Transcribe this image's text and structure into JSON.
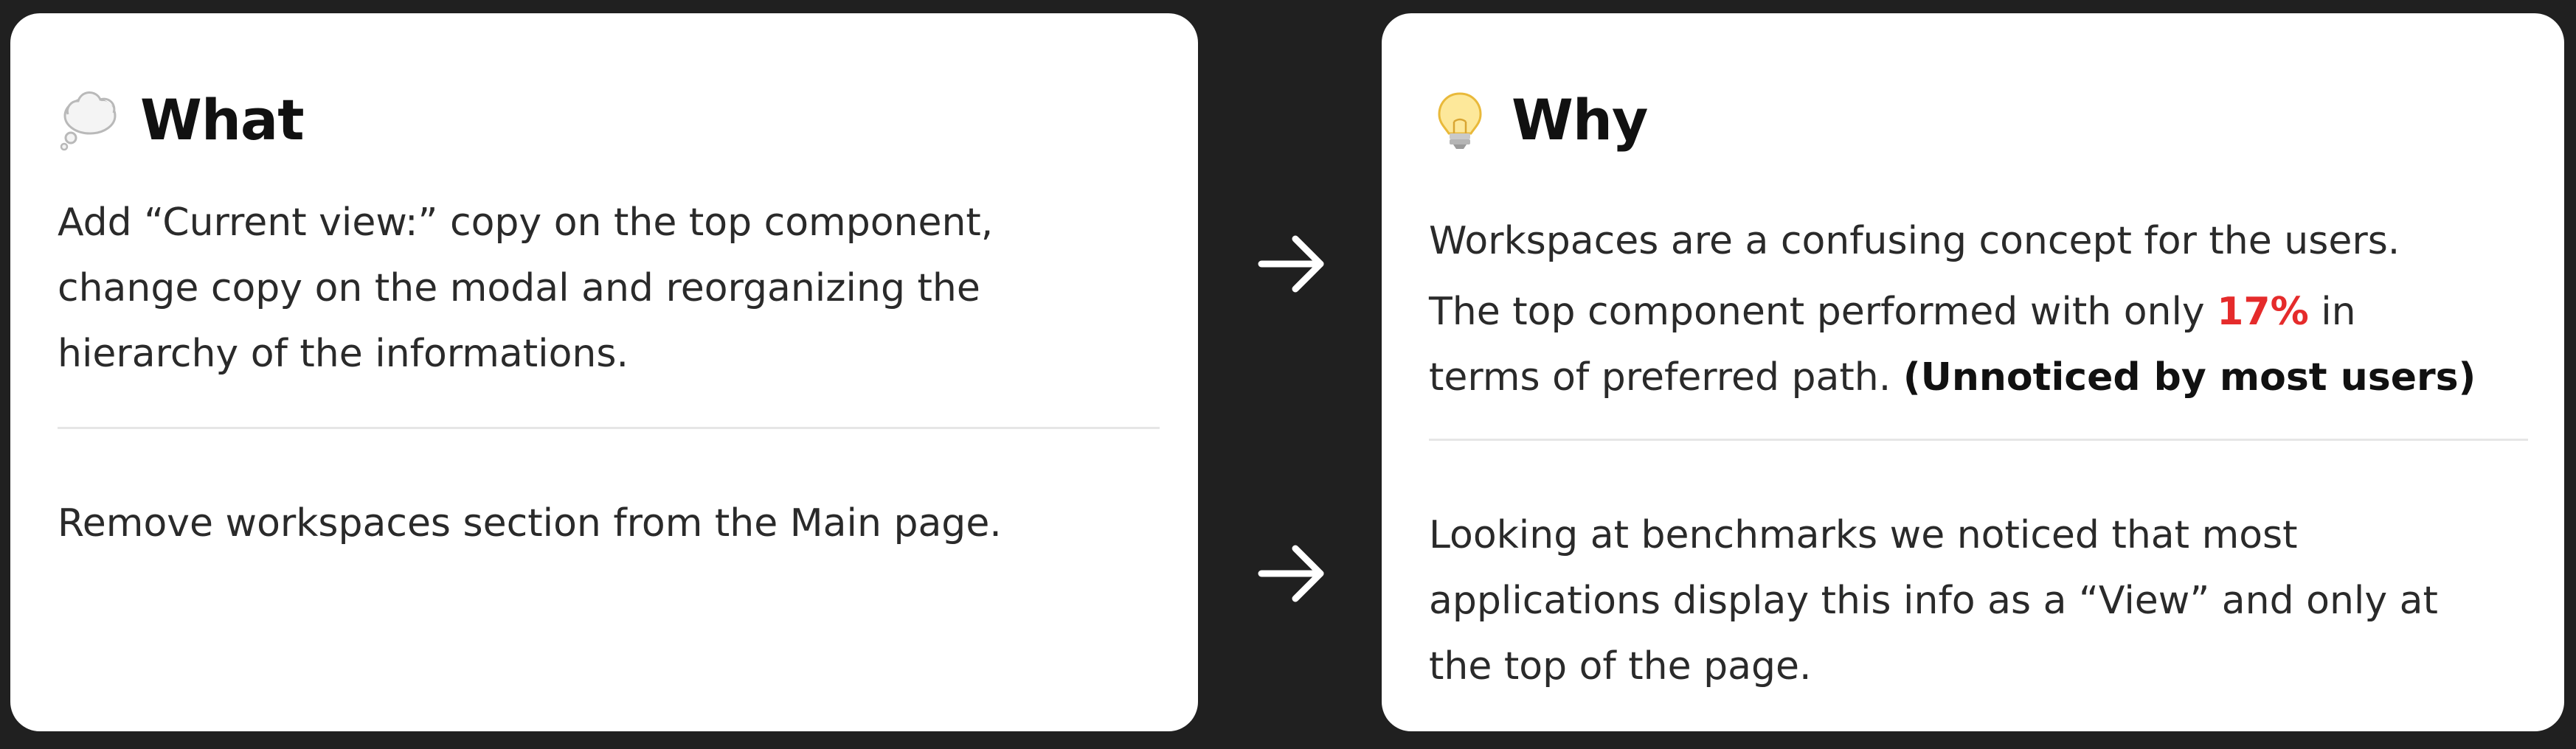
{
  "what": {
    "icon": "thought-bubble-icon",
    "title": "What",
    "items": [
      {
        "lines": [
          "Add “Current view:” copy on the top component,",
          "change copy on the modal and reorganizing the",
          "hierarchy of the informations."
        ]
      },
      {
        "lines": [
          "Remove workspaces section from the Main page."
        ]
      }
    ]
  },
  "why": {
    "icon": "light-bulb-icon",
    "title": "Why",
    "items": [
      {
        "intro": "Workspaces are a confusing concept for the users.",
        "line2_prefix": "The top component performed with only ",
        "line2_highlight": "17%",
        "line2_suffix": " in",
        "line3_prefix": "terms of preferred path. ",
        "line3_bold": "(Unnoticed by most users)"
      },
      {
        "lines": [
          "Looking at benchmarks we noticed that most",
          "applications display this info as a “View” and only at",
          "the top of the page."
        ]
      }
    ]
  },
  "connectors": [
    {
      "icon": "arrow-right-icon"
    },
    {
      "icon": "arrow-right-icon"
    }
  ],
  "colors": {
    "background": "#202020",
    "card": "#ffffff",
    "text": "#2a2a2a",
    "highlight": "#e52b2b",
    "divider": "#e6e6e6"
  }
}
